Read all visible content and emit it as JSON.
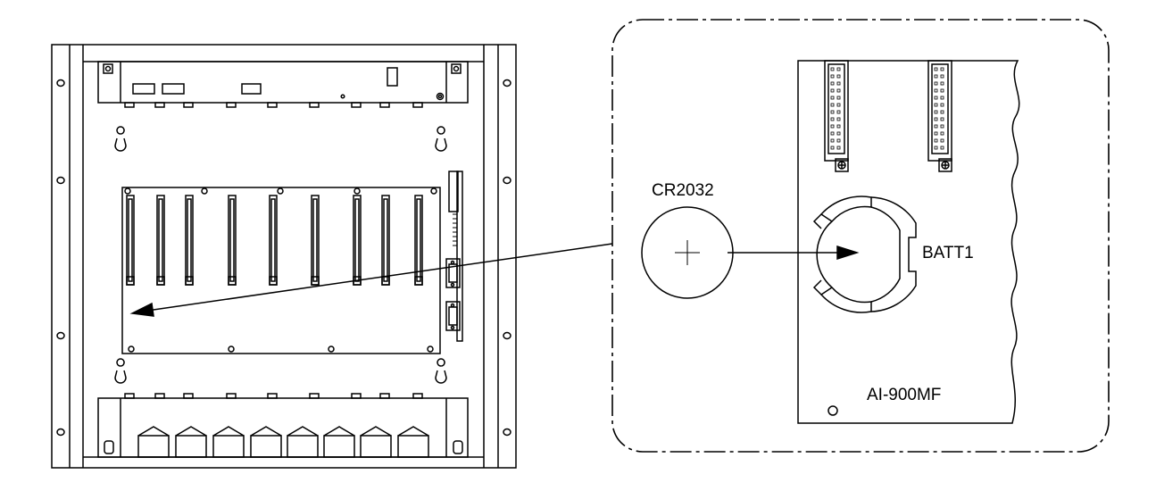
{
  "labels": {
    "battery_type": "CR2032",
    "battery_holder": "BATT1",
    "board_name": "AI-900MF"
  },
  "colors": {
    "stroke": "#000000",
    "background": "#ffffff"
  },
  "icons": {
    "keyhole": "keyhole-mount-icon",
    "screw": "screw-head-icon",
    "plus": "plus-terminal-icon"
  }
}
